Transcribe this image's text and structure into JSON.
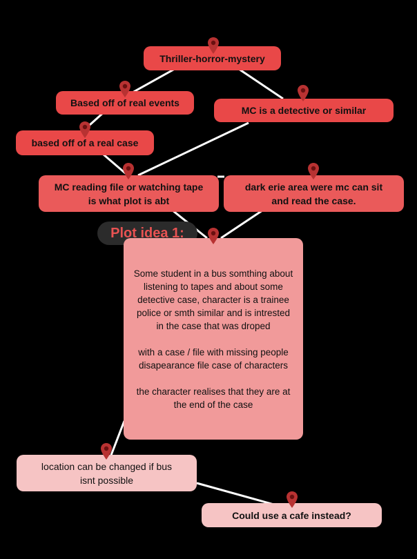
{
  "nodes": {
    "thriller": "Thriller-horror-mystery",
    "real_events": "Based off of real events",
    "detective": "MC is a detective or similar",
    "real_case": "based off of a real case",
    "reading_file": "MC reading file or watching tape is what plot is abt",
    "erie_area": "dark erie area were mc can sit and read the case.",
    "plot_label": "Plot idea 1:",
    "plot_text": "Some student in a bus somthing about listening to tapes and about some detective case, character is a trainee police or smth similar and is intrested in the case that was droped\n\nwith a case / file with missing people\ndisapearance file case of characters\n\nthe character realises  that they are at the end of the case",
    "location": "location can be changed if bus isnt possible",
    "cafe": "Could use a cafe instead?"
  },
  "colors": {
    "background": "#000000",
    "red": "#e94848",
    "pink": "#f19a9a",
    "light_pink": "#f6c4c4",
    "pin": "#b83232",
    "label_text": "#e85252"
  },
  "icons": [
    "map-pin-icon"
  ]
}
